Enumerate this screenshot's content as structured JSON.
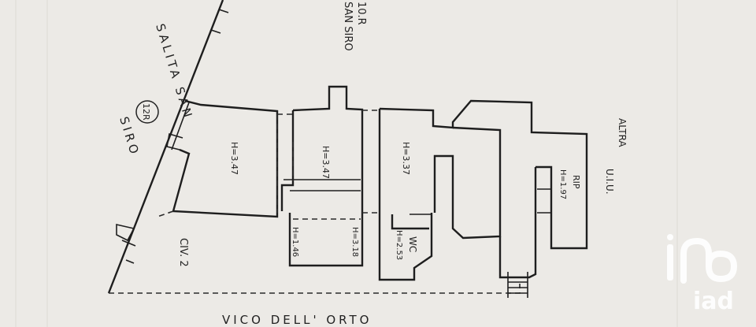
{
  "streets": {
    "salita_line1": "SALITA SAN",
    "salita_line2": "SIRO",
    "vico": "VICO  DELL'  ORTO"
  },
  "civic": {
    "top_number": "10.R",
    "top_street": "SAN SIRO",
    "entrance_badge": "12R",
    "civ": "CIV. 2"
  },
  "rooms": {
    "room1_h": "H=3.47",
    "room2_h": "H=3.47",
    "room3_h": "H=3.37",
    "small1_h": "H=1.46",
    "small2_h": "H=3.18",
    "wc_label": "WC",
    "wc_h": "H=2.53",
    "rip_label": "RIP",
    "rip_h": "H=1.97"
  },
  "neighbor": {
    "line1": "ALTRA",
    "line2": "U.I.U."
  },
  "watermark": {
    "brand": "iad"
  }
}
